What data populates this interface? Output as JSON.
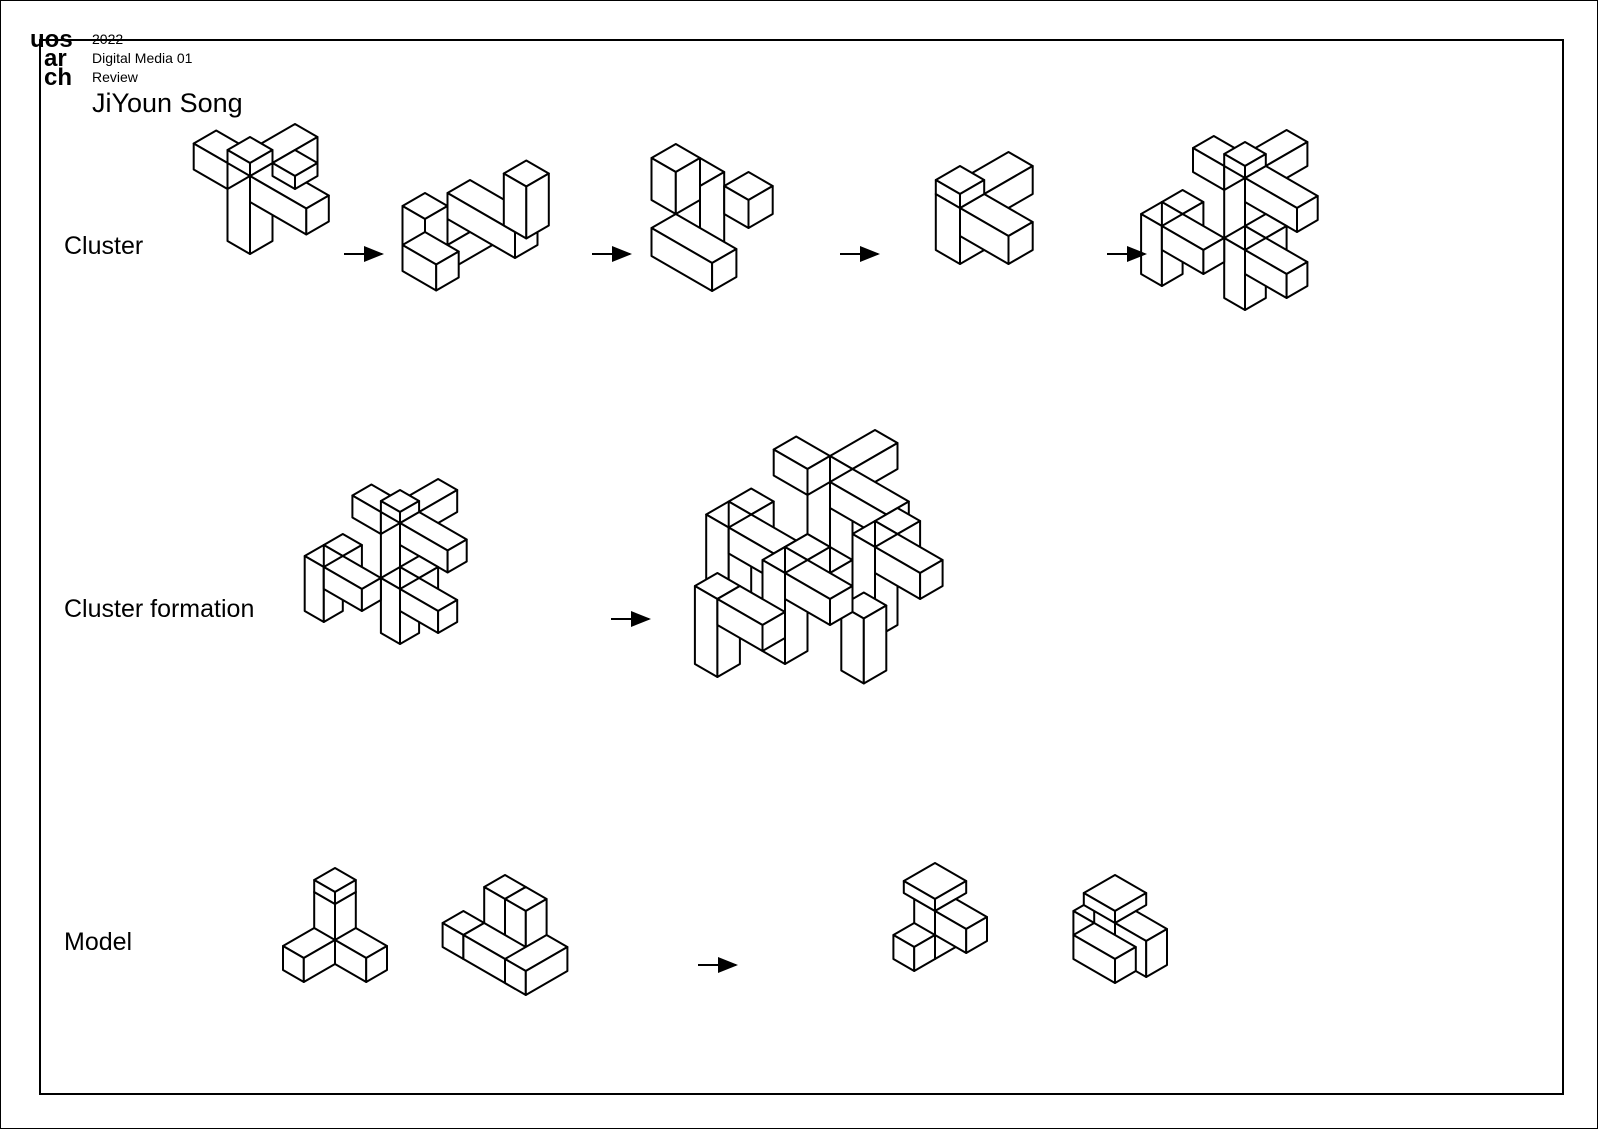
{
  "header": {
    "year": "2022",
    "course": "Digital Media 01",
    "stage": "Review",
    "author": "JiYoun Song",
    "logo_rows": [
      "uos",
      "ar",
      "ch"
    ]
  },
  "rows": [
    {
      "label": "Cluster"
    },
    {
      "label": "Cluster formation"
    },
    {
      "label": "Model"
    }
  ],
  "icons": {
    "arrow": "arrow-right-icon",
    "block": "isometric-block-icon"
  }
}
